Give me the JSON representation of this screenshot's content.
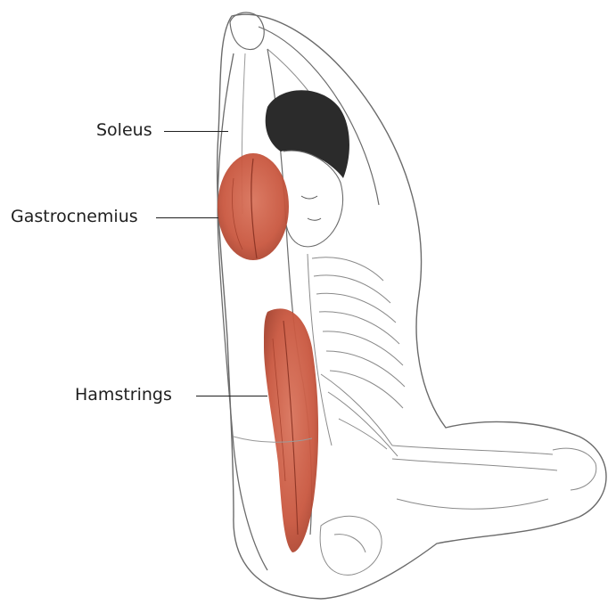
{
  "labels": {
    "soleus": "Soleus",
    "gastrocnemius": "Gastrocnemius",
    "hamstrings": "Hamstrings"
  },
  "colors": {
    "muscle": "#c9573f",
    "muscle_dark": "#a8432f",
    "outline": "#6b6b6b",
    "bone": "#8a8a8a",
    "hair": "#2b2b2b"
  }
}
